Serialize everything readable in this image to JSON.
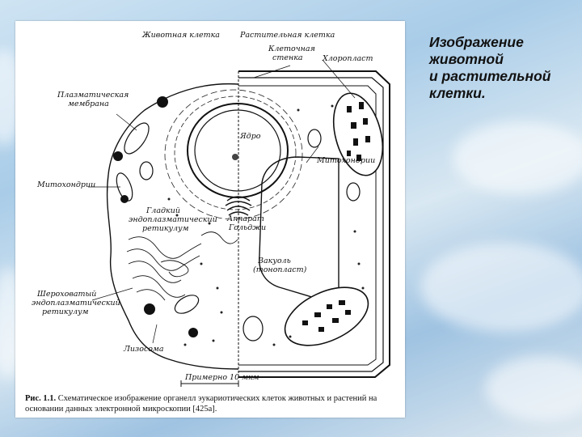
{
  "title_lines": [
    "Изображение",
    "животной",
    "и растительной",
    "клетки."
  ],
  "figure": {
    "labels": {
      "animal_cell": "Животная клетка",
      "plant_cell": "Растительная клетка",
      "cell_wall_1": "Клеточная",
      "cell_wall_2": "стенка",
      "chloroplast": "Хлоропласт",
      "plasma_membrane_1": "Плазматическая",
      "plasma_membrane_2": "мембрана",
      "nucleus": "Ядро",
      "mitochondria_left": "Митохондрии",
      "mitochondria_right": "Митохондрии",
      "smooth_er_1": "Гладкий",
      "smooth_er_2": "эндоплазматический",
      "smooth_er_3": "ретикулум",
      "golgi_1": "Аппарат",
      "golgi_2": "Гольджи",
      "vacuole_1": "Вакуоль",
      "vacuole_2": "(тонопласт)",
      "rough_er_1": "Шероховатый",
      "rough_er_2": "эндоплазматический",
      "rough_er_3": "ретикулум",
      "lysosome": "Лизосома",
      "scale": "Примерно  10 мкм"
    },
    "caption_prefix": "Рис. 1.1.",
    "caption_text": "Схематическое изображение органелл эукариотических клеток животных и растений на основании данных электронной микроскопии [425а]."
  }
}
